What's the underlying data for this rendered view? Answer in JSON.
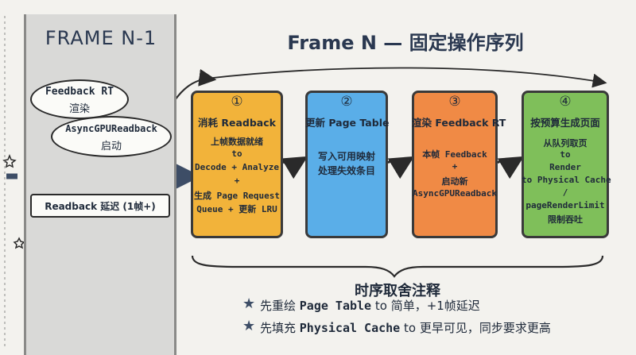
{
  "left_panel": {
    "title": "FRAME N-1",
    "bubble_1": {
      "line1": "Feedback RT",
      "line2": "渲染"
    },
    "bubble_2": {
      "line1": "AsyncGPUReadback",
      "line2": "启动"
    },
    "delay_label": "Readback 延迟 (1帧+)"
  },
  "main_title": "Frame N — 固定操作序列",
  "steps": [
    {
      "num": "①",
      "title": "消耗 Readback",
      "lines": [
        "上帧数据就绪",
        "to",
        "Decode + Analyze",
        "+",
        "生成 Page Request",
        "Queue + 更新 LRU"
      ],
      "color": "#f2b33a"
    },
    {
      "num": "②",
      "title": "更新 Page Table",
      "lines": [
        "写入可用映射",
        "处理失效条目"
      ],
      "color": "#5aaee8"
    },
    {
      "num": "③",
      "title": "渲染 Feedback RT",
      "lines": [
        "本帧 Feedback",
        "+",
        "启动新",
        "AsyncGPUReadback"
      ],
      "color": "#f08a45"
    },
    {
      "num": "④",
      "title": "按预算生成页面",
      "lines": [
        "从队列取页",
        "to",
        "Render",
        "to Physical Cache",
        "/",
        "pageRenderLimit",
        "限制吞吐"
      ],
      "color": "#7fbf5a"
    }
  ],
  "notes": {
    "heading": "时序取舍注释",
    "items": [
      {
        "prefix": "先重绘 ",
        "code": "Page Table",
        "suffix": " to 简单，+1帧延迟"
      },
      {
        "prefix": "先填充 ",
        "code": "Physical Cache",
        "suffix": " to 更早可见，同步要求更高"
      }
    ]
  }
}
